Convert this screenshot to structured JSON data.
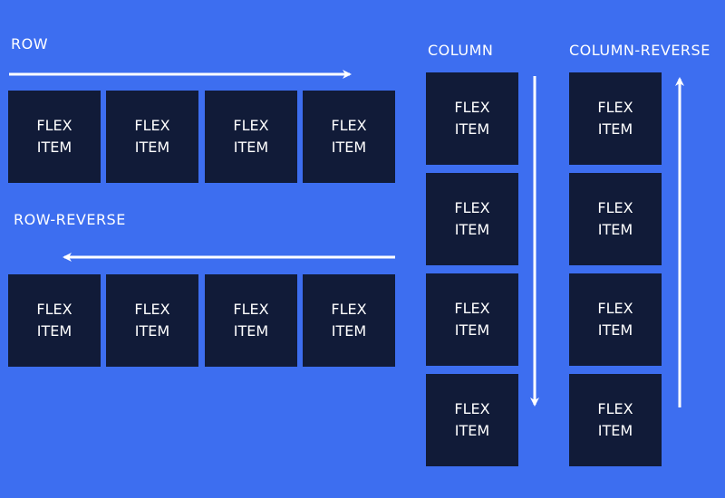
{
  "labels": {
    "row": "ROW",
    "row_reverse": "ROW-REVERSE",
    "column": "COLUMN",
    "column_reverse": "COLUMN-REVERSE"
  },
  "item": {
    "line1": "FLEX",
    "line2": "ITEM"
  },
  "colors": {
    "background": "#3d6ef0",
    "box": "#111b38",
    "text": "#ffffff",
    "arrow": "#ffffff"
  }
}
